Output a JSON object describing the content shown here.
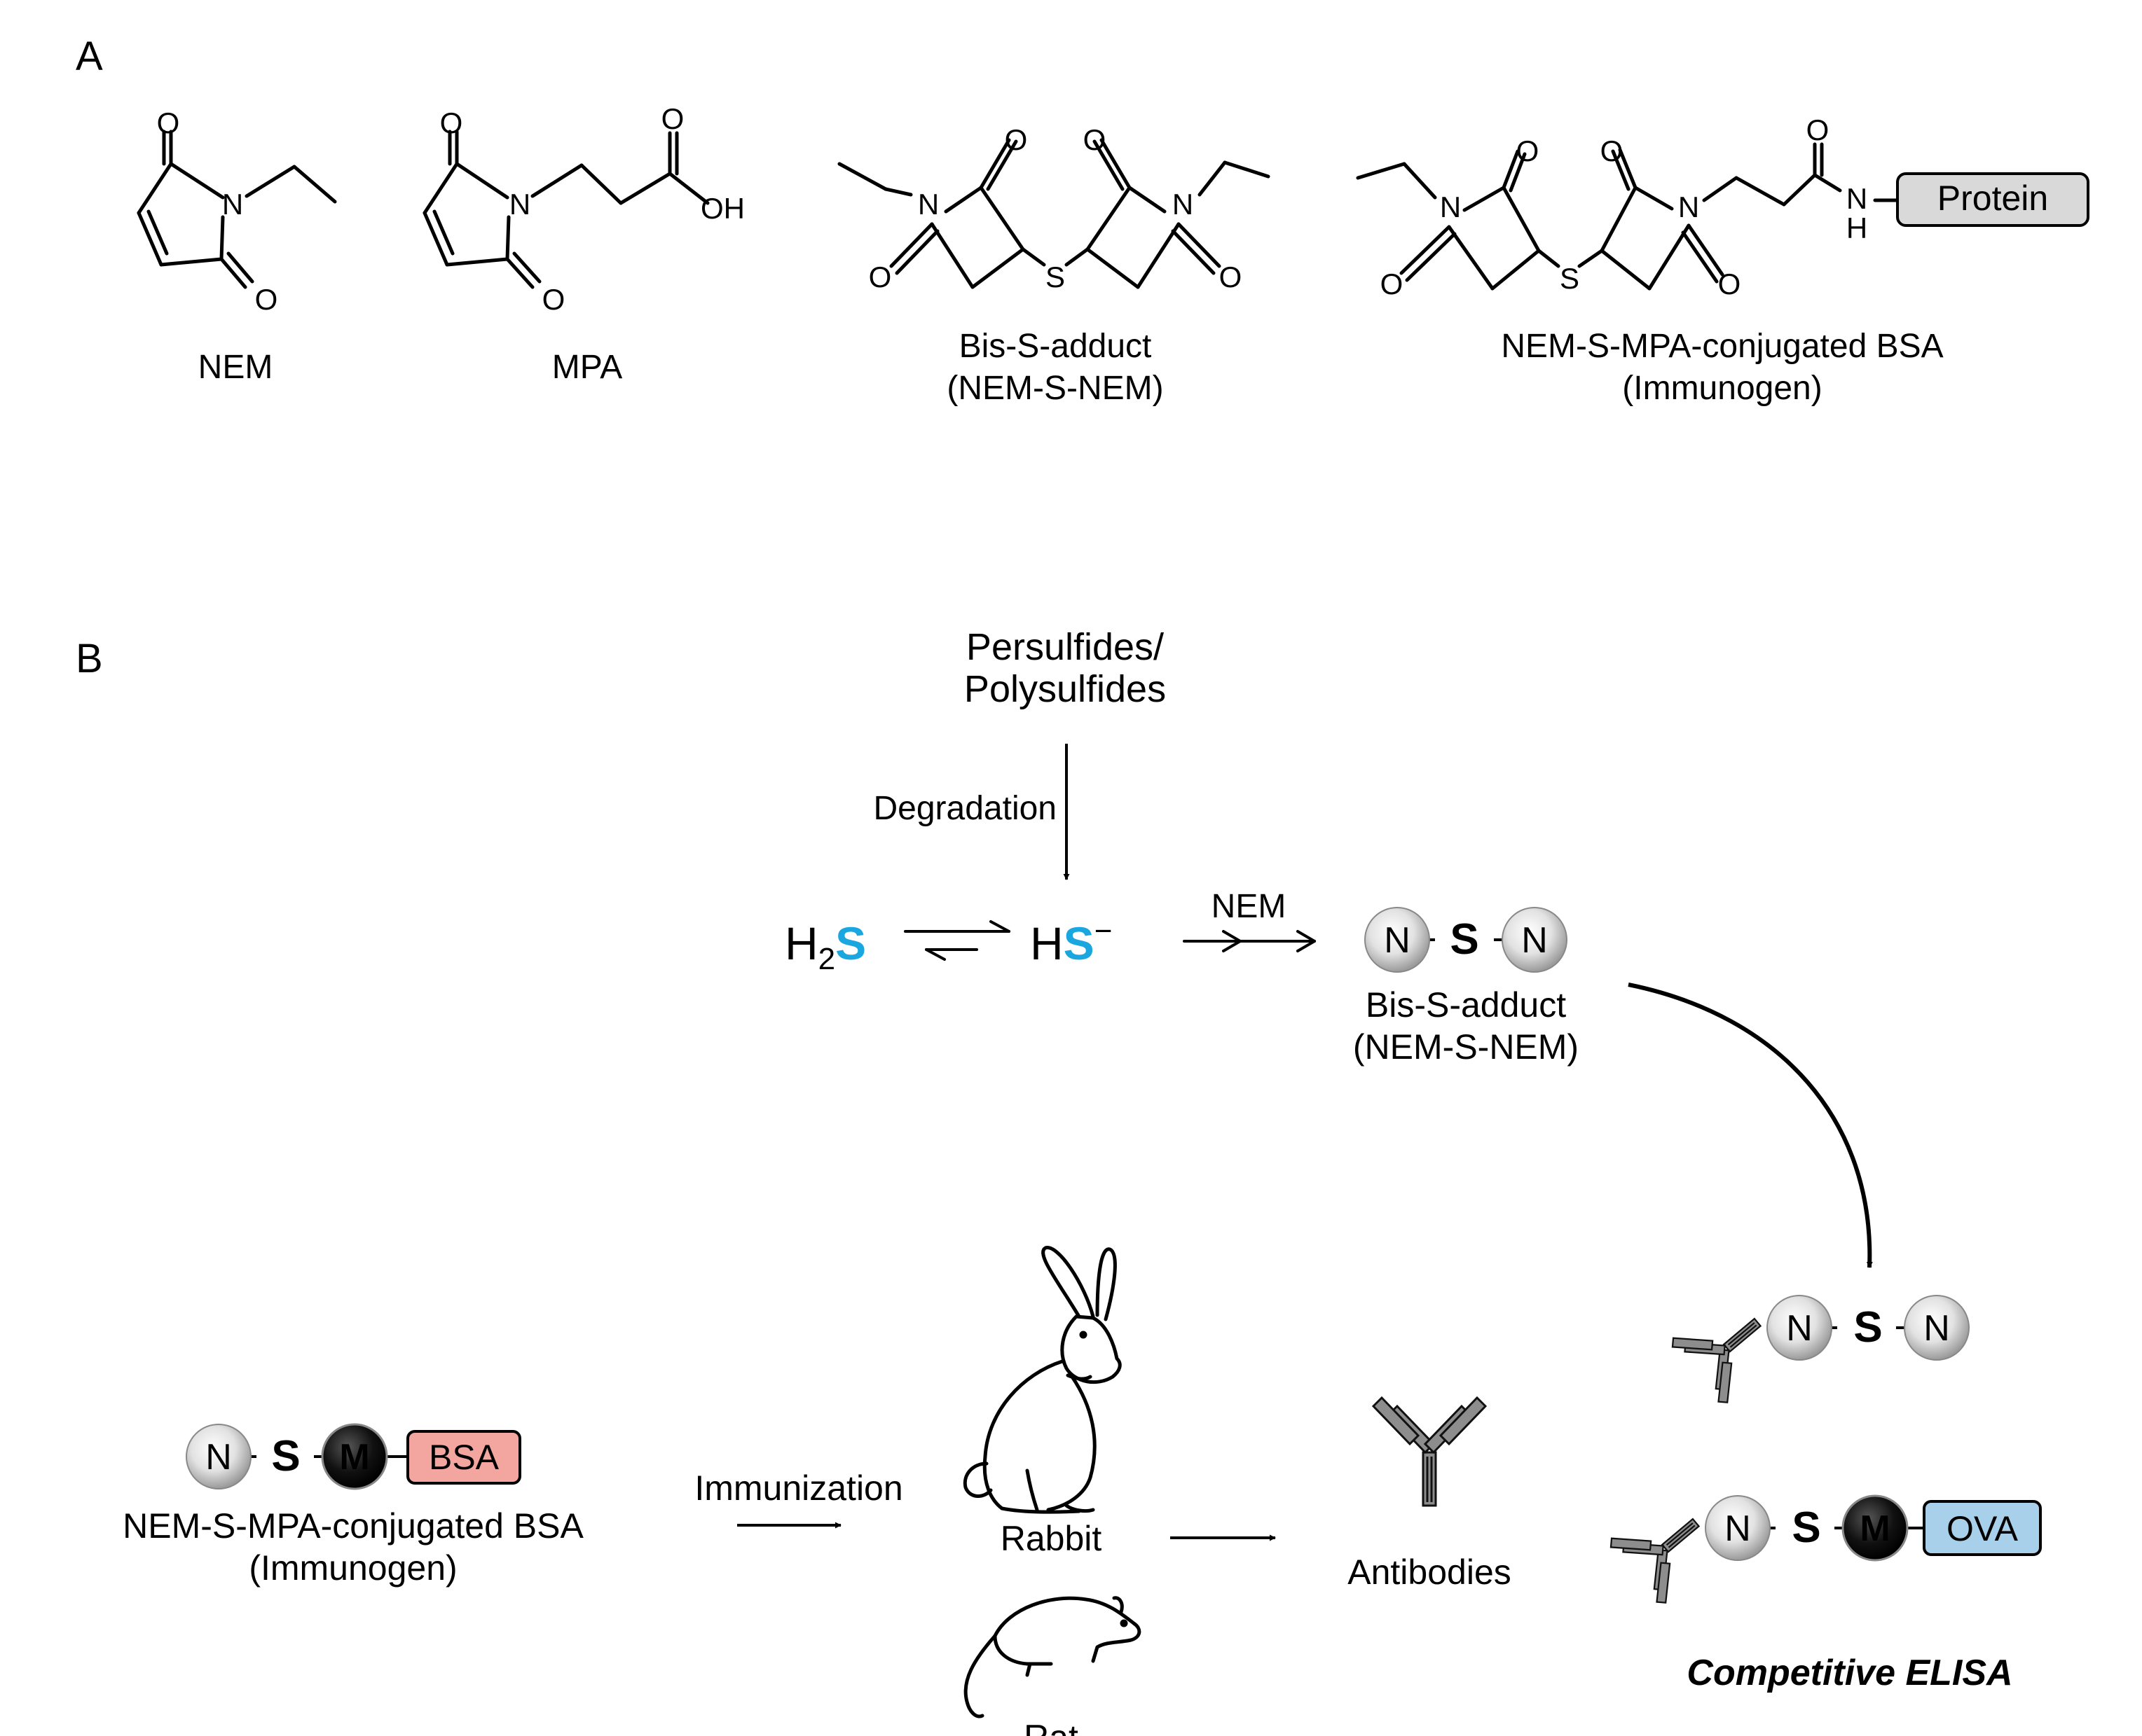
{
  "panel_a": {
    "label": "A",
    "structures": {
      "nem": {
        "caption": "NEM",
        "atoms": {
          "o1": "O",
          "o2": "O",
          "n": "N"
        }
      },
      "mpa": {
        "caption": "MPA",
        "atoms": {
          "o1": "O",
          "o2": "O",
          "o3": "O",
          "oh": "OH",
          "n": "N"
        }
      },
      "bis_s": {
        "caption_1": "Bis-S-adduct",
        "caption_2": "(NEM-S-NEM)",
        "atoms": {
          "n1": "N",
          "n2": "N",
          "s": "S",
          "o1": "O",
          "o2": "O",
          "o3": "O",
          "o4": "O"
        }
      },
      "conj": {
        "caption_1": "NEM-S-MPA-conjugated BSA",
        "caption_2": "(Immunogen)",
        "atoms": {
          "n1": "N",
          "n2": "N",
          "s": "S",
          "o1": "O",
          "o2": "O",
          "o3": "O",
          "o4": "O",
          "o5": "O",
          "n3": "N",
          "h": "H"
        },
        "protein_label": "Protein"
      }
    }
  },
  "panel_b": {
    "label": "B",
    "persulfides_1": "Persulfides/",
    "persulfides_2": "Polysulfides",
    "degradation": "Degradation",
    "h2s": {
      "h": "H",
      "sub": "2",
      "s": "S"
    },
    "hs": {
      "h": "H",
      "s": "S",
      "charge": "−"
    },
    "nem_reagent": "NEM",
    "adduct_1": "Bis-S-adduct",
    "adduct_2": "(NEM-S-NEM)",
    "nodes": {
      "n": "N",
      "s": "S",
      "m": "M"
    },
    "bsa": "BSA",
    "ova": "OVA",
    "immunogen_1": "NEM-S-MPA-conjugated BSA",
    "immunogen_2": "(Immunogen)",
    "immunization": "Immunization",
    "rabbit": "Rabbit",
    "rat": "Rat",
    "antibodies": "Antibodies",
    "competitive_elisa": "Competitive ELISA"
  },
  "colors": {
    "sulfur": "#1aa7e0",
    "bsa_fill": "#f3a59f",
    "ova_fill": "#a8d0ea",
    "protein_fill": "#d9d9d9",
    "node_black": "#111111",
    "node_grey": "#dcdcdc"
  }
}
